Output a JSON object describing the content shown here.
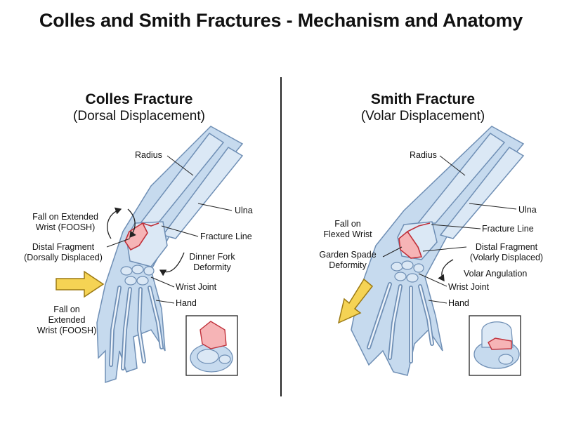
{
  "title": "Colles and Smith Fractures - Mechanism and Anatomy",
  "colors": {
    "bone_fill": "#dbe8f5",
    "bone_stroke": "#6f8fb5",
    "skin_fill": "#c6daee",
    "fracture_fill": "#f6b4b6",
    "fracture_stroke": "#c0303a",
    "arrow_fill": "#f5d354",
    "arrow_stroke": "#9c7a14"
  },
  "colles": {
    "title": "Colles Fracture",
    "subtitle": "(Dorsal Displacement)",
    "labels": {
      "radius": "Radius",
      "ulna": "Ulna",
      "fracture_line": "Fracture Line",
      "fall_top": [
        "Fall on Extended",
        "Wrist (FOOSH)"
      ],
      "distal_fragment": [
        "Distal Fragment",
        "(Dorsally Displaced)"
      ],
      "dinner_fork": [
        "Dinner Fork",
        "Deformity"
      ],
      "wrist_joint": "Wrist Joint",
      "hand": "Hand",
      "fall_bottom": [
        "Fall on",
        "Extended",
        "Wrist (FOOSH)"
      ]
    }
  },
  "smith": {
    "title": "Smith Fracture",
    "subtitle": "(Volar Displacement)",
    "labels": {
      "radius": "Radius",
      "ulna": "Ulna",
      "fall_top": [
        "Fall on",
        "Flexed Wrist"
      ],
      "fracture_line": "Fracture Line",
      "garden_spade": [
        "Garden Spade",
        "Deformity"
      ],
      "distal_fragment": [
        "Distal Fragment",
        "(Volarly Displaced)"
      ],
      "volar_angulation": "Volar Angulation",
      "wrist_joint": "Wrist Joint",
      "hand": "Hand"
    }
  }
}
